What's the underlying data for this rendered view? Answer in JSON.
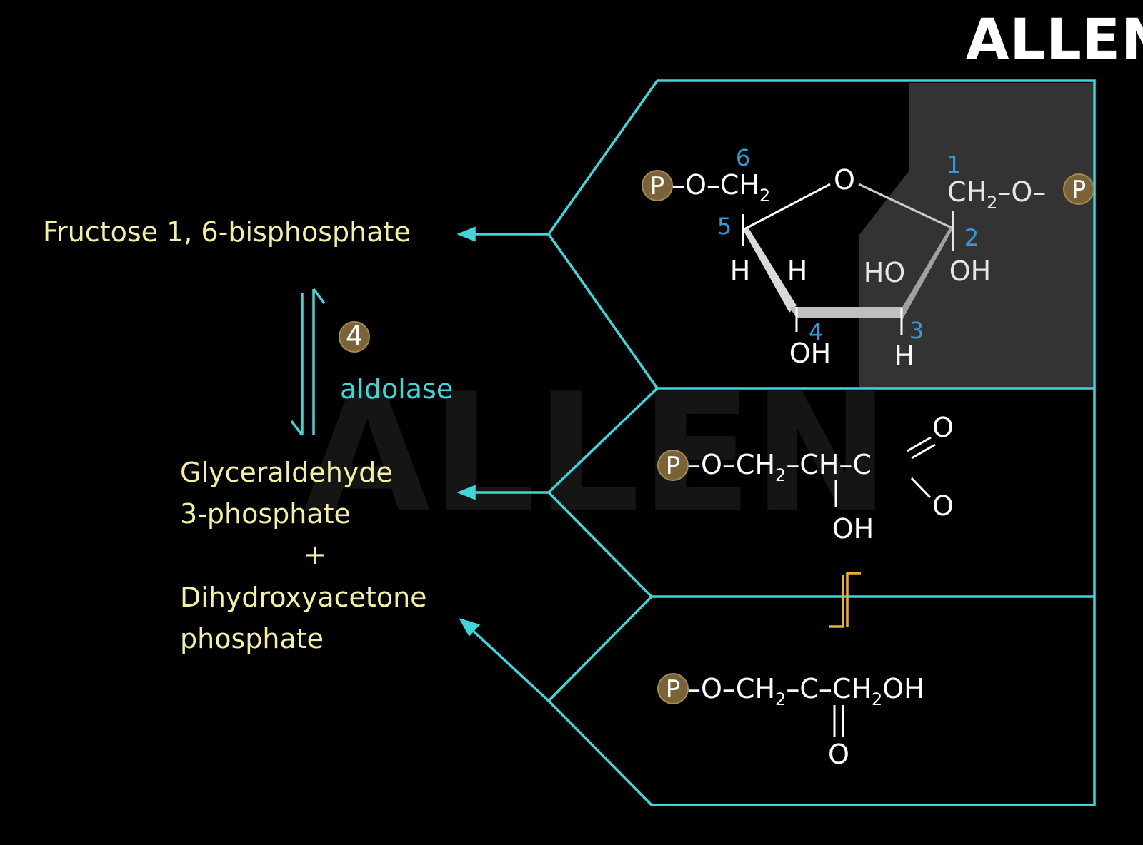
{
  "logo": "ALLEN",
  "watermark": "ALLEN",
  "labels": {
    "fructose": "Fructose 1, 6-bisphosphate",
    "step_number": "4",
    "enzyme": "aldolase",
    "g3p_line1": "Glyceraldehyde",
    "g3p_line2": "3-phosphate",
    "plus": "+",
    "dhap_line1": "Dihydroxyacetone",
    "dhap_line2": "phosphate"
  },
  "fructose_structure": {
    "phosphate_symbol": "P",
    "left_group": "–O–CH",
    "left_sub": "2",
    "ring_oxygen": "O",
    "right_group_a": "CH",
    "right_sub": "2",
    "right_group_b": "–O–",
    "c2_oh": "OH",
    "c3_ho": "HO",
    "c3_h": "H",
    "c4_h": "H",
    "c4_oh": "OH",
    "c5_h": "H",
    "carbon_numbers": [
      "1",
      "2",
      "3",
      "4",
      "5",
      "6"
    ]
  },
  "g3p_structure": {
    "phosphate_symbol": "P",
    "chain_a": "–O–CH",
    "chain_sub": "2",
    "chain_b": "–CH–C",
    "oh": "OH",
    "o_top": "O",
    "o_bottom": "O"
  },
  "dhap_structure": {
    "phosphate_symbol": "P",
    "chain_a": "–O–CH",
    "chain_sub1": "2",
    "chain_b": "–C–CH",
    "chain_sub2": "2",
    "chain_c": "OH",
    "o_bottom": "O"
  },
  "colors": {
    "background": "#000000",
    "label_yellow": "#f3f0a2",
    "cyan": "#3fd6d9",
    "number_blue": "#2f9bd9",
    "phosphate_gold": "#7a6338",
    "equilibrium_gold": "#e8b12e"
  }
}
